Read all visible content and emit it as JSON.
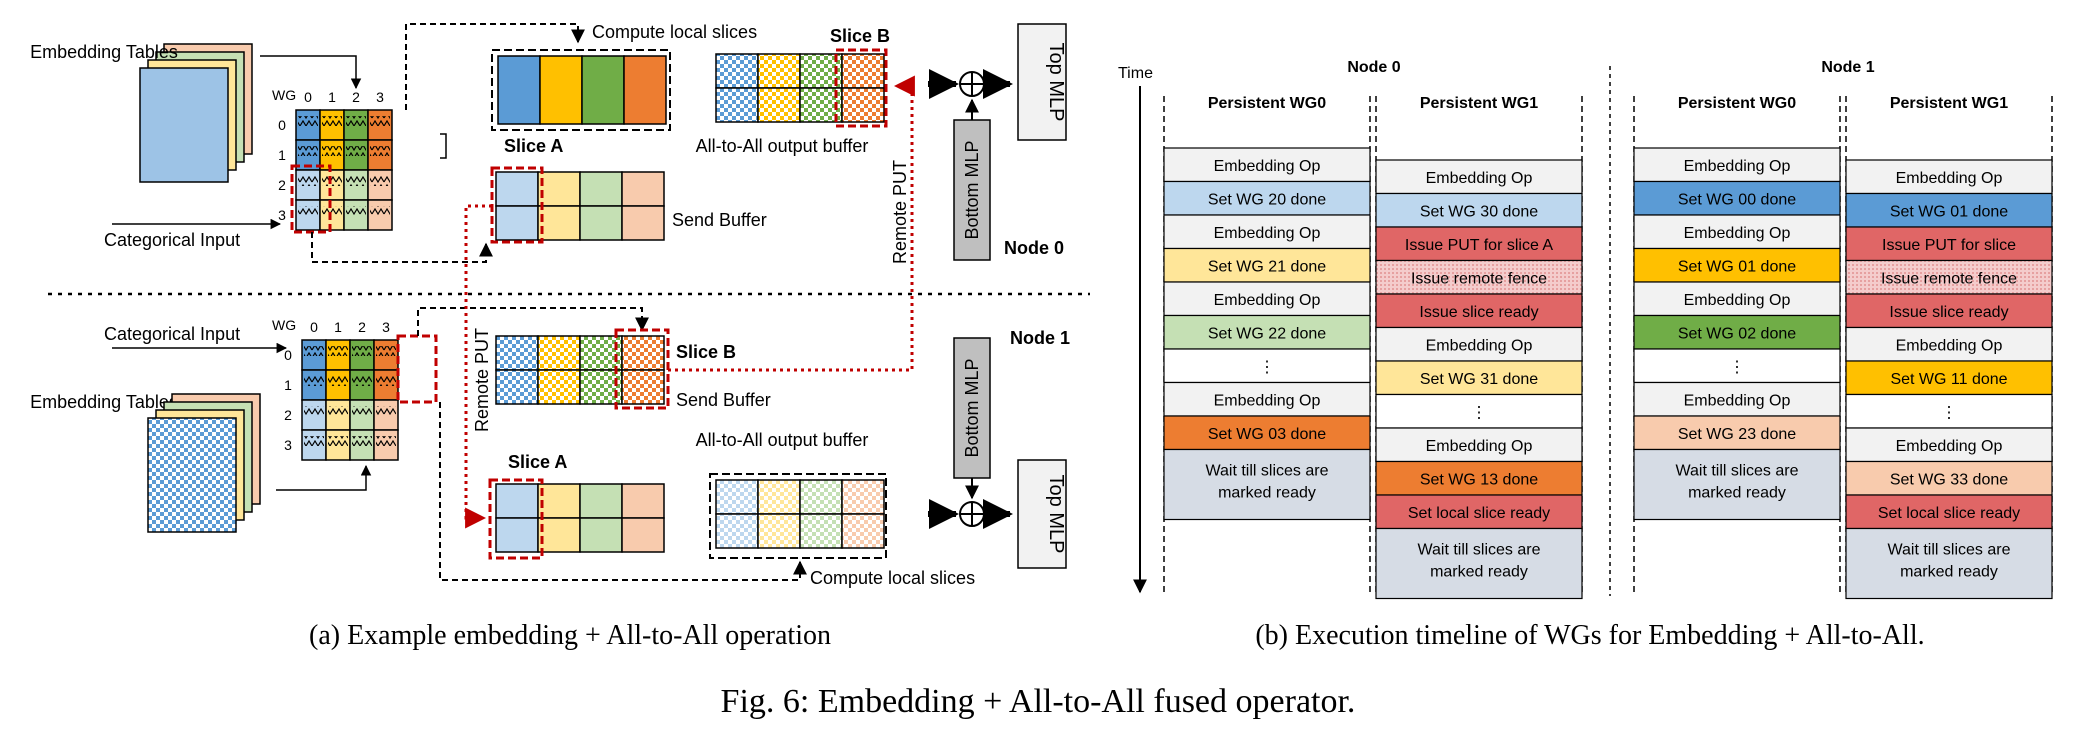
{
  "figure_caption": "Fig. 6: Embedding + All-to-All fused operator.",
  "colors": {
    "blue": "#5b9bd5",
    "yellow": "#ffc000",
    "green": "#70ad47",
    "orange": "#ed7d31",
    "light_blue": "#bdd7ee",
    "light_yellow": "#ffe699",
    "light_green": "#c5e0b4",
    "light_orange": "#f8cbad",
    "gray_op": "#f2f2f2",
    "red_issue": "#e06666",
    "wait_gray": "#d6dce5",
    "remote_red": "#c00000"
  },
  "panel_a": {
    "caption": "(a) Example embedding + All-to-All operation",
    "node0": {
      "label": "Node 0",
      "embedding_tables": "Embedding Tables",
      "categorical_input": "Categorical Input",
      "wg_label": "WG",
      "col_indices": [
        "0",
        "1",
        "2",
        "3"
      ],
      "row_indices": [
        "0",
        "1",
        "2",
        "3"
      ],
      "compute_local_slices": "Compute local slices",
      "slice_a": "Slice A",
      "slice_b": "Slice B",
      "send_buffer": "Send Buffer",
      "output_buffer": "All-to-All output buffer",
      "bottom_mlp": "Bottom MLP",
      "top_mlp": "Top MLP",
      "remote_put": "Remote PUT",
      "plus": "⊕"
    },
    "node1": {
      "label": "Node 1",
      "embedding_tables": "Embedding Tables",
      "categorical_input": "Categorical Input",
      "wg_label": "WG",
      "col_indices": [
        "0",
        "1",
        "2",
        "3"
      ],
      "row_indices": [
        "0",
        "1",
        "2",
        "3"
      ],
      "compute_local_slices": "Compute local slices",
      "slice_a": "Slice A",
      "slice_b": "Slice B",
      "send_buffer": "Send Buffer",
      "output_buffer": "All-to-All output buffer",
      "bottom_mlp": "Bottom MLP",
      "top_mlp": "Top MLP",
      "remote_put": "Remote PUT",
      "plus": "⊕"
    }
  },
  "panel_b": {
    "caption": "(b) Execution timeline of WGs for Embedding + All-to-All.",
    "time_label": "Time",
    "node0": {
      "title": "Node 0",
      "wg0": {
        "title": "Persistent WG0",
        "rows": [
          {
            "text": "Embedding Op",
            "color": "op"
          },
          {
            "text": "Set WG 20 done",
            "color": "light_blue"
          },
          {
            "text": "Embedding Op",
            "color": "op"
          },
          {
            "text": "Set WG 21 done",
            "color": "light_yellow"
          },
          {
            "text": "Embedding Op",
            "color": "op"
          },
          {
            "text": "Set WG 22 done",
            "color": "light_green"
          },
          {
            "text": "⋮",
            "color": "white"
          },
          {
            "text": "Embedding Op",
            "color": "op"
          },
          {
            "text": "Set WG 03 done",
            "color": "orange"
          }
        ],
        "wait": [
          "Wait till slices are",
          "marked ready"
        ]
      },
      "wg1": {
        "title": "Persistent WG1",
        "rows": [
          {
            "text": "Embedding Op",
            "color": "op"
          },
          {
            "text": "Set WG 30 done",
            "color": "light_blue"
          },
          {
            "text": "Issue PUT for slice A",
            "color": "red"
          },
          {
            "text": "Issue remote fence",
            "color": "pink"
          },
          {
            "text": "Issue slice ready",
            "color": "red"
          },
          {
            "text": "Embedding Op",
            "color": "op"
          },
          {
            "text": "Set WG 31 done",
            "color": "light_yellow"
          },
          {
            "text": "⋮",
            "color": "white"
          },
          {
            "text": "Embedding Op",
            "color": "op"
          },
          {
            "text": "Set WG 13 done",
            "color": "orange"
          },
          {
            "text": "Set local slice ready",
            "color": "red"
          }
        ],
        "wait": [
          "Wait till slices are",
          "marked ready"
        ]
      }
    },
    "node1": {
      "title": "Node 1",
      "wg0": {
        "title": "Persistent WG0",
        "rows": [
          {
            "text": "Embedding Op",
            "color": "op"
          },
          {
            "text": "Set WG 00 done",
            "color": "blue"
          },
          {
            "text": "Embedding Op",
            "color": "op"
          },
          {
            "text": "Set WG 01 done",
            "color": "yellow"
          },
          {
            "text": "Embedding Op",
            "color": "op"
          },
          {
            "text": "Set WG 02 done",
            "color": "green"
          },
          {
            "text": "⋮",
            "color": "white"
          },
          {
            "text": "Embedding Op",
            "color": "op"
          },
          {
            "text": "Set WG 23 done",
            "color": "light_orange"
          }
        ],
        "wait": [
          "Wait till slices are",
          "marked ready"
        ]
      },
      "wg1": {
        "title": "Persistent WG1",
        "rows": [
          {
            "text": "Embedding Op",
            "color": "op"
          },
          {
            "text": "Set WG 01 done",
            "color": "blue"
          },
          {
            "text": "Issue PUT for slice",
            "color": "red"
          },
          {
            "text": "Issue remote fence",
            "color": "pink"
          },
          {
            "text": "Issue slice ready",
            "color": "red"
          },
          {
            "text": "Embedding Op",
            "color": "op"
          },
          {
            "text": "Set WG 11 done",
            "color": "yellow"
          },
          {
            "text": "⋮",
            "color": "white"
          },
          {
            "text": "Embedding Op",
            "color": "op"
          },
          {
            "text": "Set WG 33 done",
            "color": "light_orange"
          },
          {
            "text": "Set local slice ready",
            "color": "red"
          }
        ],
        "wait": [
          "Wait till slices are",
          "marked ready"
        ]
      }
    }
  }
}
